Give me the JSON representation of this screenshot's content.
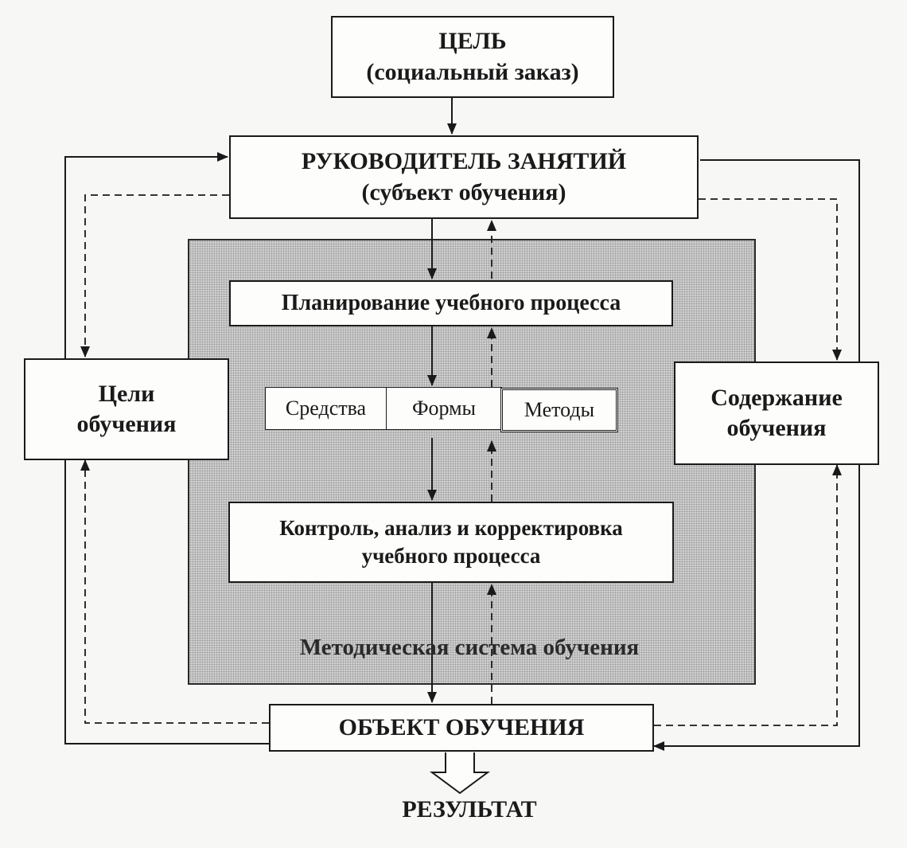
{
  "goal": {
    "title": "ЦЕЛЬ",
    "subtitle": "(социальный заказ)"
  },
  "leader": {
    "title": "РУКОВОДИТЕЛЬ ЗАНЯТИЙ",
    "subtitle": "(субъект обучения)"
  },
  "goals_learning": {
    "line1": "Цели",
    "line2": "обучения"
  },
  "content_learning": {
    "line1": "Содержание",
    "line2": "обучения"
  },
  "planning": {
    "label": "Планирование учебного процесса"
  },
  "tools": [
    "Средства",
    "Формы",
    "Методы"
  ],
  "control": {
    "line1": "Контроль, анализ и корректировка",
    "line2": "учебного процесса"
  },
  "method_system": {
    "label": "Методическая система обучения"
  },
  "object": {
    "label": "ОБЪЕКТ ОБУЧЕНИЯ"
  },
  "result": {
    "label": "РЕЗУЛЬТАТ"
  }
}
